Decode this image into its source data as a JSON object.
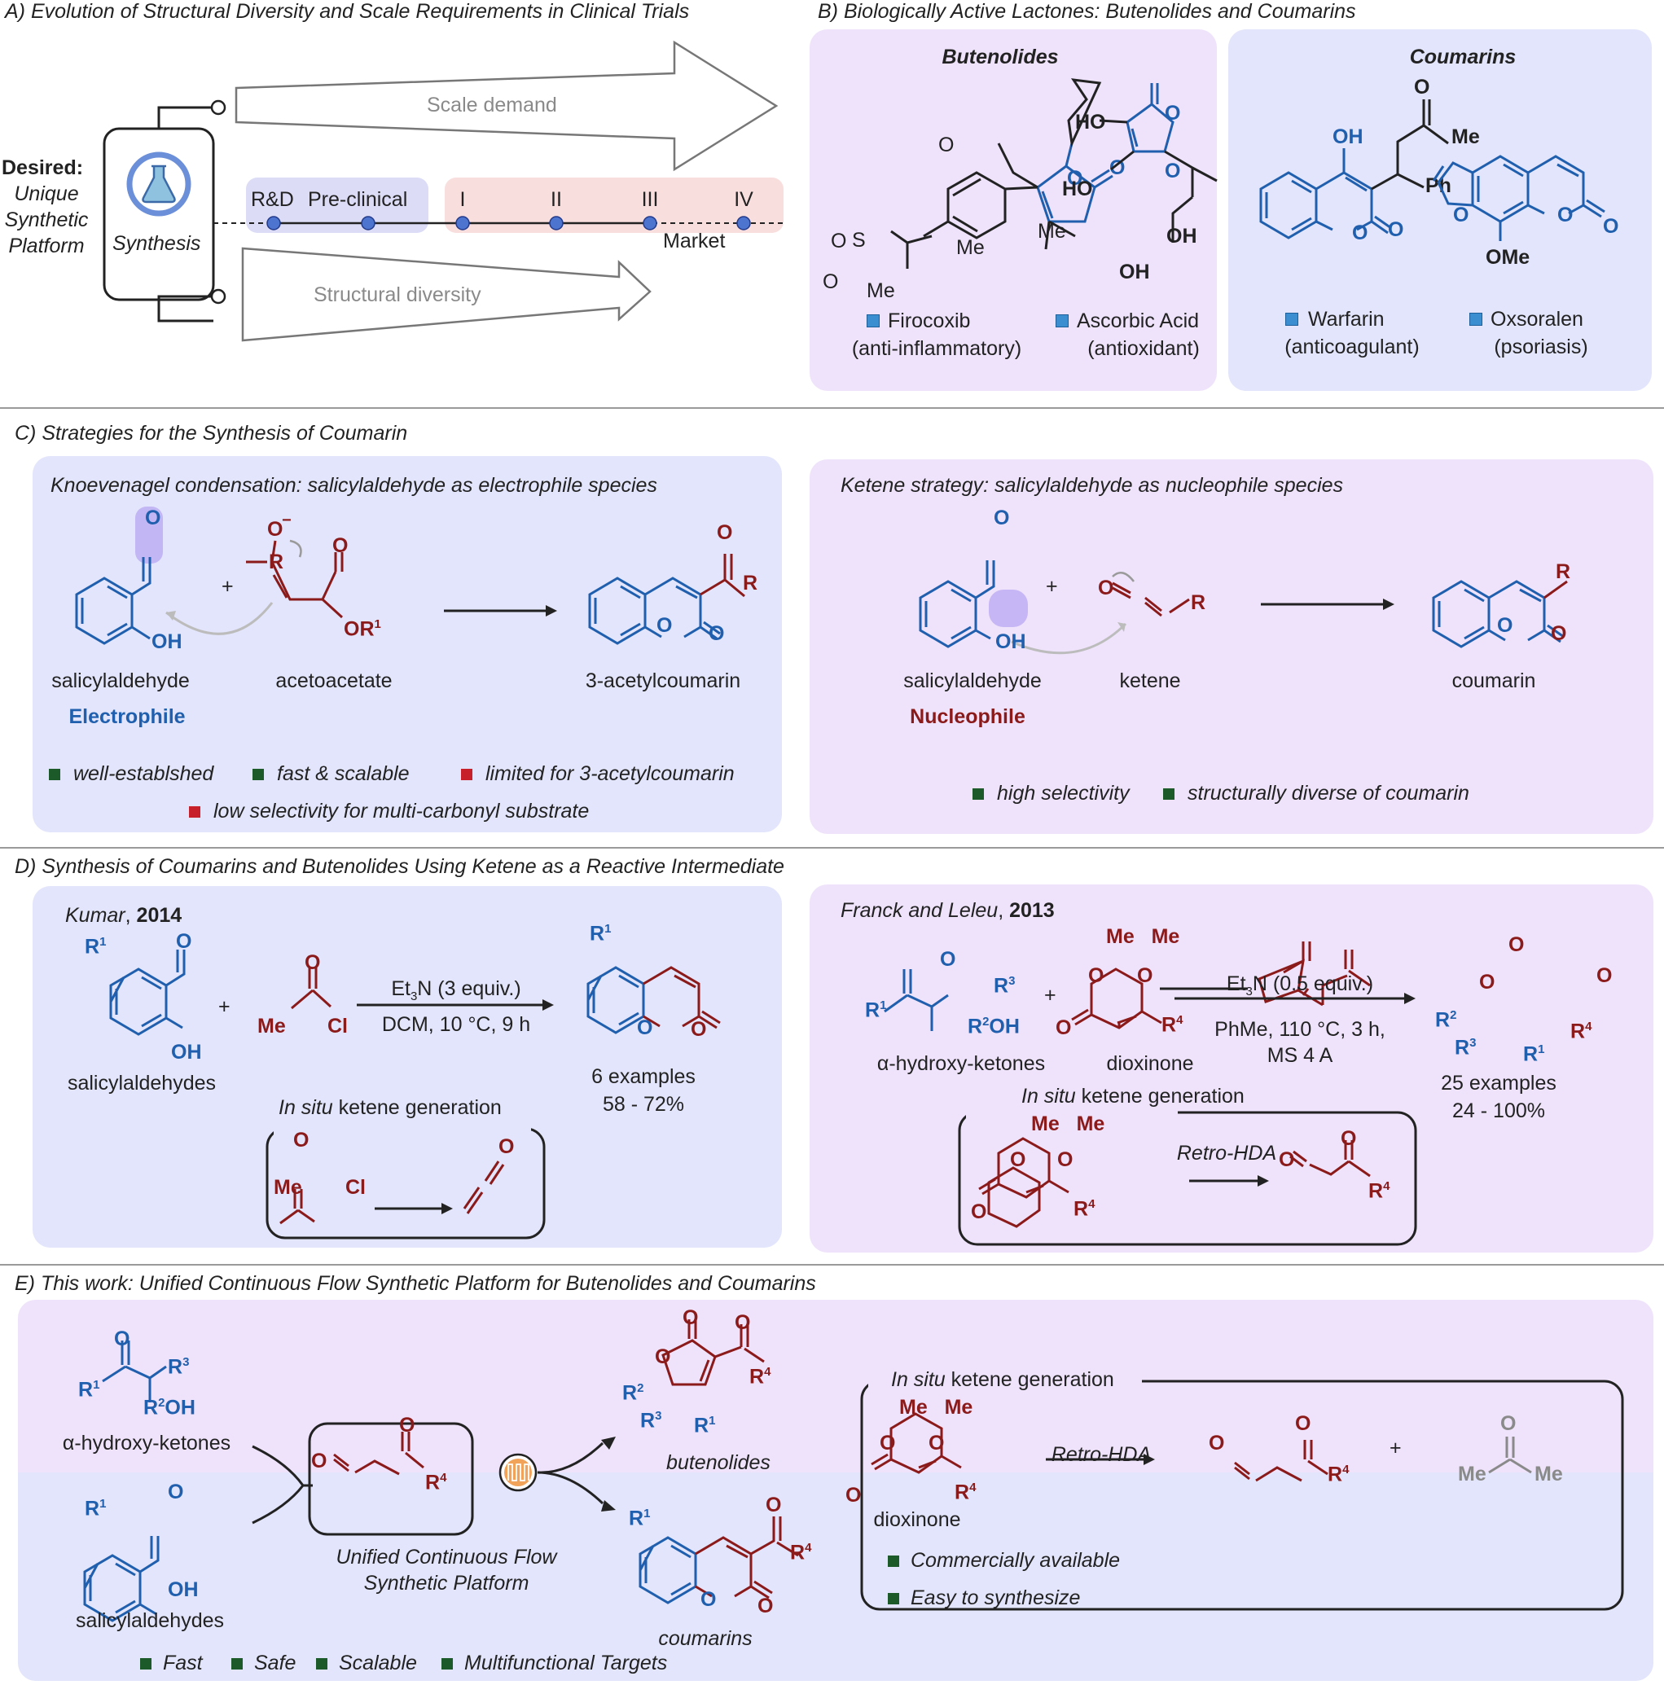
{
  "colors": {
    "molecule_blue": "#1f5fad",
    "molecule_red": "#8b1a1a",
    "pro_green": "#1c5a2a",
    "con_red": "#c8202a",
    "panel_purple": "#efe3fb",
    "panel_blue": "#e2e5fb",
    "phase_pink": "#f9dede"
  },
  "panelA": {
    "title": "A) Evolution of Structural Diversity and Scale Requirements in Clinical Trials",
    "desired": "Desired:",
    "unique": "Unique",
    "synthetic": "Synthetic",
    "platform": "Platform",
    "box_label": "Synthesis",
    "box_icon": "flask-icon",
    "scale": "Scale demand",
    "diversity": "Structural diversity",
    "stage_rd": "R&D",
    "stage_pre": "Pre-clinical",
    "phases": [
      "I",
      "II",
      "III",
      "IV"
    ],
    "market": "Market"
  },
  "panelB": {
    "title": "B) Biologically Active Lactones: Butenolides and Coumarins",
    "butenolides": "Butenolides",
    "coumarins": "Coumarins",
    "compounds": [
      {
        "name": "Firocoxib",
        "use": "(anti-inflammatory)"
      },
      {
        "name": "Ascorbic Acid",
        "use": "(antioxidant)"
      },
      {
        "name": "Warfarin",
        "use": "(anticoagulant)"
      },
      {
        "name": "Oxsoralen",
        "use": "(psoriasis)"
      }
    ],
    "atoms": {
      "O": "O",
      "OH": "OH",
      "HO": "HO",
      "Me": "Me",
      "S": "S",
      "Ph": "Ph",
      "OMe": "OMe"
    }
  },
  "panelC": {
    "title": "C) Strategies for the Synthesis of Coumarin",
    "left_head": "Knoevenagel condensation: salicylaldehyde as electrophile species",
    "right_head": "Ketene strategy: salicylaldehyde as nucleophile species",
    "salicylaldehyde": "salicylaldehyde",
    "acetoacetate": "acetoacetate",
    "acetylcoumarin": "3-acetylcoumarin",
    "ketene": "ketene",
    "coumarin": "coumarin",
    "electrophile": "Electrophile",
    "nucleophile": "Nucleophile",
    "plus": "+",
    "pros_left": [
      "well-establshed",
      "fast & scalable"
    ],
    "cons_left": [
      "limited for 3-acetylcoumarin",
      "low selectivity for multi-carbonyl substrate"
    ],
    "pros_right": [
      "high selectivity",
      "structurally diverse of coumarin"
    ],
    "atoms": {
      "O": "O",
      "OH": "OH",
      "R": "R",
      "OR1": "OR",
      "sup1": "1",
      "minus": "−"
    }
  },
  "panelD": {
    "title": "D) Synthesis of Coumarins and Butenolides Using Ketene as a Reactive Intermediate",
    "kumar": "Kumar",
    "kumar_year": "2014",
    "franck": "Franck and Leleu",
    "franck_year": "2013",
    "salicylaldehydes": "salicylaldehydes",
    "cond1a": "Et",
    "cond1b": "N (3 equiv.)",
    "cond1c": "DCM, 10 °C, 9 h",
    "result1a": "6 examples",
    "result1b": "58 - 72%",
    "insitu": "In situ",
    "ketene_gen": " ketene generation",
    "hydroxyketones": "α-hydroxy-ketones",
    "dioxinone": "dioxinone",
    "cond2b": "N (0.5 equiv.)",
    "cond2c": "PhMe, 110 °C, 3 h,",
    "cond2d": "MS 4 A",
    "result2a": "25 examples",
    "result2b": "24 - 100%",
    "retro": "Retro-HDA",
    "plus": "+",
    "atoms": {
      "Me": "Me",
      "Cl": "Cl",
      "O": "O",
      "OH": "OH",
      "R": "R"
    }
  },
  "panelE": {
    "title": "E) This work: Unified Continuous Flow Synthetic Platform for Butenolides and Coumarins",
    "hydroxyketones": "α-hydroxy-ketones",
    "salicylaldehydes": "salicylaldehydes",
    "platform1": "Unified Continuous Flow",
    "platform2": "Synthetic Platform",
    "reactor_icon": "flow-reactor-icon",
    "butenolides": "butenolides",
    "coumarins": "coumarins",
    "insitu": "In situ",
    "ketene_gen": " ketene generation",
    "retro": "Retro-HDA",
    "dioxinone": "dioxinone",
    "plus": "+",
    "features_box": [
      "Commercially available",
      "Easy to synthesize"
    ],
    "features": [
      "Fast",
      "Safe",
      "Scalable",
      "Multifunctional Targets"
    ],
    "atoms": {
      "Me": "Me",
      "O": "O",
      "OH": "OH",
      "R": "R"
    }
  }
}
